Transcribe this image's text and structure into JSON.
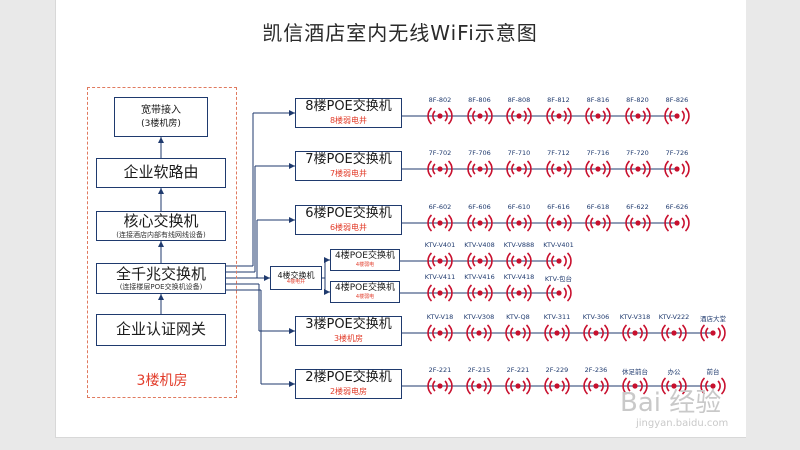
{
  "title": "凯信酒店室内无线WiFi示意图",
  "left": {
    "broadband": {
      "line1": "宽带接入",
      "line2": "(3楼机房)"
    },
    "router": "企业软路由",
    "core": {
      "name": "核心交换机",
      "sub": "(连接酒店内部有线网线设备)"
    },
    "gigabit": {
      "name": "全千兆交换机",
      "sub": "(连接楼层POE交换机设备)"
    },
    "auth": "企业认证网关",
    "room": "3楼机房"
  },
  "mid_switch": {
    "name": "4楼交换机",
    "sub": "4楼电井"
  },
  "switches": [
    {
      "name": "8楼POE交换机",
      "sub": "8楼弱电井",
      "aps": [
        "8F-802",
        "8F-806",
        "8F-808",
        "8F-812",
        "8F-816",
        "8F-820",
        "8F-826"
      ]
    },
    {
      "name": "7楼POE交换机",
      "sub": "7楼弱电井",
      "aps": [
        "7F-702",
        "7F-706",
        "7F-710",
        "7F-712",
        "7F-716",
        "7F-720",
        "7F-726"
      ]
    },
    {
      "name": "6楼POE交换机",
      "sub": "6楼弱电井",
      "aps": [
        "6F-602",
        "6F-606",
        "6F-610",
        "6F-616",
        "6F-618",
        "6F-622",
        "6F-626"
      ]
    },
    {
      "name": "4楼POE交换机",
      "sub": "4楼弱电",
      "aps": [
        "KTV-V401",
        "KTV-V408",
        "KTV-V888",
        "KTV-V401"
      ]
    },
    {
      "name": "4楼POE交换机",
      "sub": "4楼弱电",
      "aps": [
        "KTV-V411",
        "KTV-V416",
        "KTV-V418",
        "KTV-包台"
      ]
    },
    {
      "name": "3楼POE交换机",
      "sub": "3楼机房",
      "aps": [
        "KTV-V18",
        "KTV-V308",
        "KTV-Q8",
        "KTV-311",
        "KTV-306",
        "KTV-V318",
        "KTV-V222",
        "酒店大堂"
      ]
    },
    {
      "name": "2楼POE交换机",
      "sub": "2楼弱电房",
      "aps": [
        "2F-221",
        "2F-215",
        "2F-221",
        "2F-229",
        "2F-236",
        "休足前台",
        "办公",
        "前台"
      ]
    }
  ],
  "watermark": {
    "brand": "Bai 经验",
    "url": "jingyan.baidu.com"
  },
  "colors": {
    "line": "#1f3a6e",
    "accent": "#e23c2a",
    "ap_dot": "#c8102e"
  }
}
